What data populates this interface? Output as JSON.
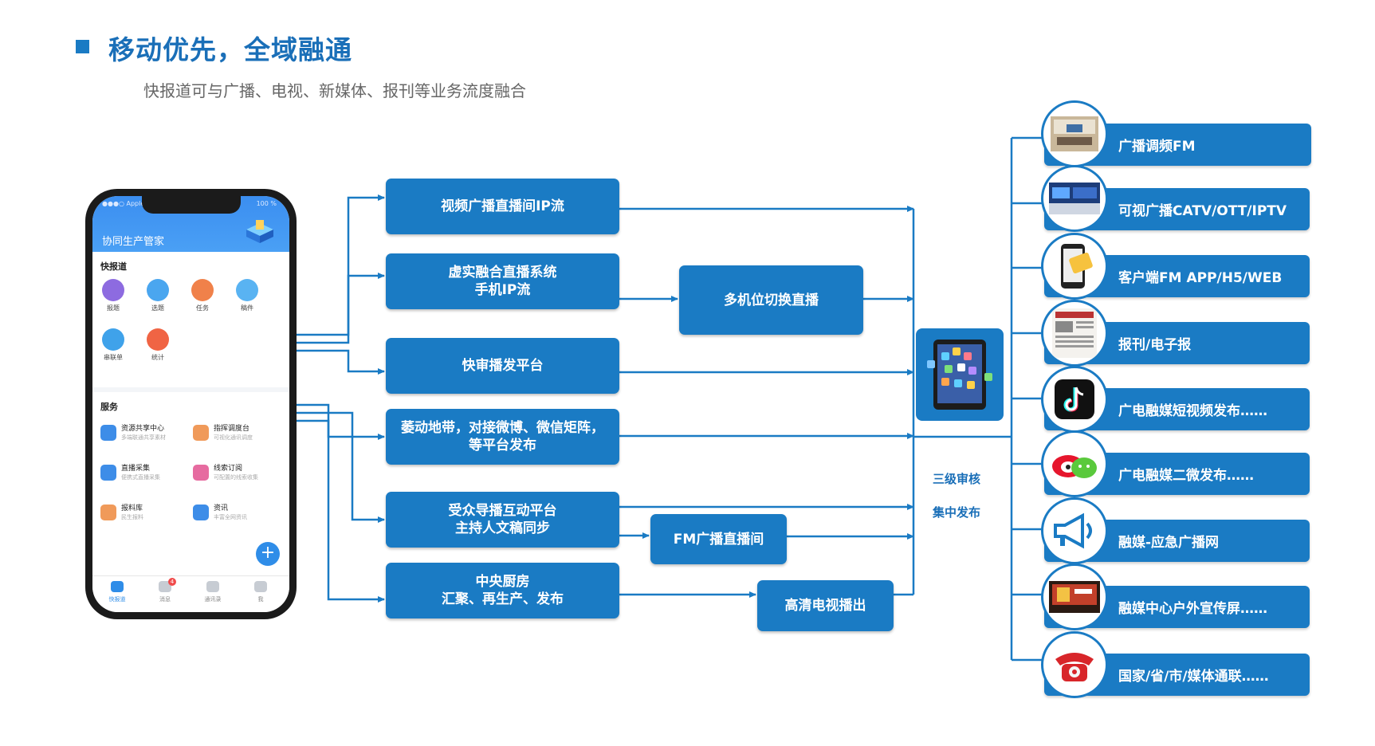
{
  "header": {
    "title": "移动优先，全域融通",
    "subtitle": "快报道可与广播、电视、新媒体、报刊等业务流度融合"
  },
  "phone": {
    "carrier": "●●●○ Apple",
    "battery": "100 %",
    "app_title": "协同生产管家",
    "section1_title": "快报道",
    "icons": [
      {
        "label": "报题",
        "color": "#8d6be0",
        "icon": "report-icon"
      },
      {
        "label": "选题",
        "color": "#4aa6ef",
        "icon": "topic-icon"
      },
      {
        "label": "任务",
        "color": "#f0814a",
        "icon": "task-icon"
      },
      {
        "label": "稿件",
        "color": "#59b3f2",
        "icon": "manuscript-icon"
      },
      {
        "label": "串联单",
        "color": "#3fa2ea",
        "icon": "rundown-icon"
      },
      {
        "label": "统计",
        "color": "#f06444",
        "icon": "stats-icon"
      }
    ],
    "section2_title": "服务",
    "services": [
      {
        "title": "资源共享中心",
        "sub": "多端联通共享素材",
        "color": "#3d8de8",
        "icon": "cloud-icon"
      },
      {
        "title": "指挥调度台",
        "sub": "可视化通讯调度",
        "color": "#f09a5a",
        "icon": "dispatch-icon"
      },
      {
        "title": "直播采集",
        "sub": "便携式直播采集",
        "color": "#3d8de8",
        "icon": "camera-icon"
      },
      {
        "title": "线索订阅",
        "sub": "可配置的线索收集",
        "color": "#e66ba0",
        "icon": "clue-icon"
      },
      {
        "title": "报料库",
        "sub": "民生报料",
        "color": "#f09a5a",
        "icon": "megaphone-icon"
      },
      {
        "title": "资讯",
        "sub": "丰富全网资讯",
        "color": "#3d8de8",
        "icon": "news-icon"
      }
    ],
    "tabs": [
      {
        "label": "快报道",
        "active": true
      },
      {
        "label": "消息",
        "badge": "4"
      },
      {
        "label": "通讯录"
      },
      {
        "label": "我"
      }
    ]
  },
  "sources": [
    "视频广播直播间IP流",
    "虚实融合直播系统\n手机IP流",
    "快审播发平台",
    "萎动地带，对接微博、微信矩阵，\n等平台发布",
    "受众导播互动平台\n主持人文稿同步",
    "中央厨房\n汇聚、再生产、发布"
  ],
  "middle": {
    "multi_camera": "多机位切换直播",
    "fm_studio": "FM广播直播间",
    "hd_tv": "高清电视播出"
  },
  "hub": {
    "line1": "三级审核",
    "line2": "集中发布"
  },
  "targets": [
    {
      "label": "广播调频FM",
      "icon": "radio-studio-icon"
    },
    {
      "label": "可视广播CATV/OTT/IPTV",
      "icon": "tv-studio-icon"
    },
    {
      "label": "客户端FM APP/H5/WEB",
      "icon": "mobile-app-icon"
    },
    {
      "label": "报刊/电子报",
      "icon": "newspaper-icon"
    },
    {
      "label": "广电融媒短视频发布……",
      "icon": "tiktok-icon"
    },
    {
      "label": "广电融媒二微发布……",
      "icon": "weibo-wechat-icon"
    },
    {
      "label": "融媒-应急广播网",
      "icon": "loudspeaker-icon"
    },
    {
      "label": "融媒中心户外宣传屏……",
      "icon": "outdoor-screen-icon"
    },
    {
      "label": "国家/省/市/媒体通联……",
      "icon": "telephone-icon"
    }
  ],
  "colors": {
    "primary": "#1a7bc4",
    "title": "#1a6fb8"
  }
}
